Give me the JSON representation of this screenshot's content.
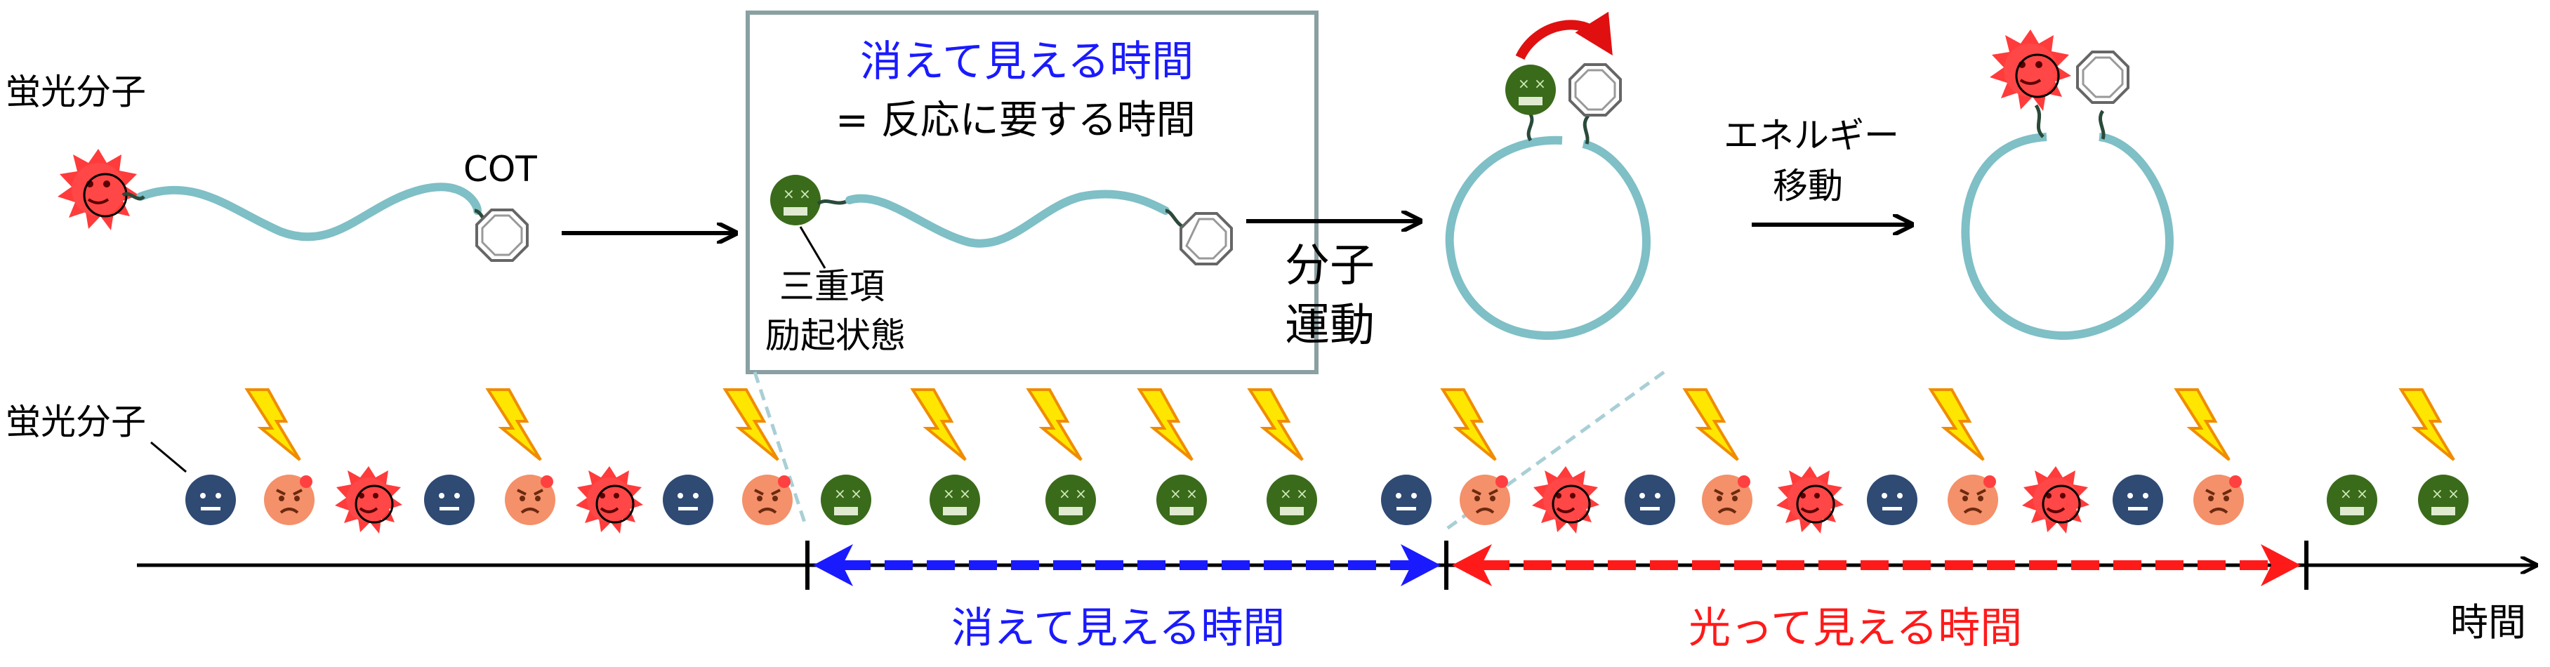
{
  "top": {
    "fluorophore_label": "蛍光分子",
    "cot_label": "COT",
    "box_title": "消えて見える時間",
    "box_subtitle": "= 反応に要する時間",
    "triplet_label_1": "三重項",
    "triplet_label_2": "励起状態",
    "motion_label_1": "分子",
    "motion_label_2": "運動",
    "energy_label_1": "エネルギー",
    "energy_label_2": "移動"
  },
  "bottom": {
    "fluorophore_label": "蛍光分子",
    "dark_time_label": "消えて見える時間",
    "bright_time_label": "光って見える時間",
    "time_axis_label": "時間",
    "molecule_sequence": [
      "dark-blue",
      "orange-angry",
      "red-burst",
      "dark-blue",
      "orange-angry",
      "red-burst",
      "dark-blue",
      "orange-angry",
      "green-triplet",
      "green-triplet",
      "green-triplet",
      "green-triplet",
      "green-triplet",
      "dark-blue",
      "orange-angry",
      "red-burst",
      "dark-blue",
      "orange-angry",
      "red-burst",
      "dark-blue",
      "orange-angry",
      "red-burst",
      "dark-blue",
      "orange-angry",
      "green-triplet",
      "green-triplet"
    ]
  },
  "colors": {
    "dark_time": "#1a1aff",
    "bright_time": "#ff1a1a",
    "linker": "#7fbfc6",
    "green_molecule": "#3a6b1a",
    "blue_molecule": "#2f4a73",
    "orange_molecule": "#f4906a",
    "red_molecule": "#ff3b3b",
    "lightning": "#ffe600"
  },
  "icons": {
    "excitation": "lightning-icon",
    "energy_transfer": "curved-arrow-icon",
    "cot": "cyclooctatetraene-icon"
  }
}
